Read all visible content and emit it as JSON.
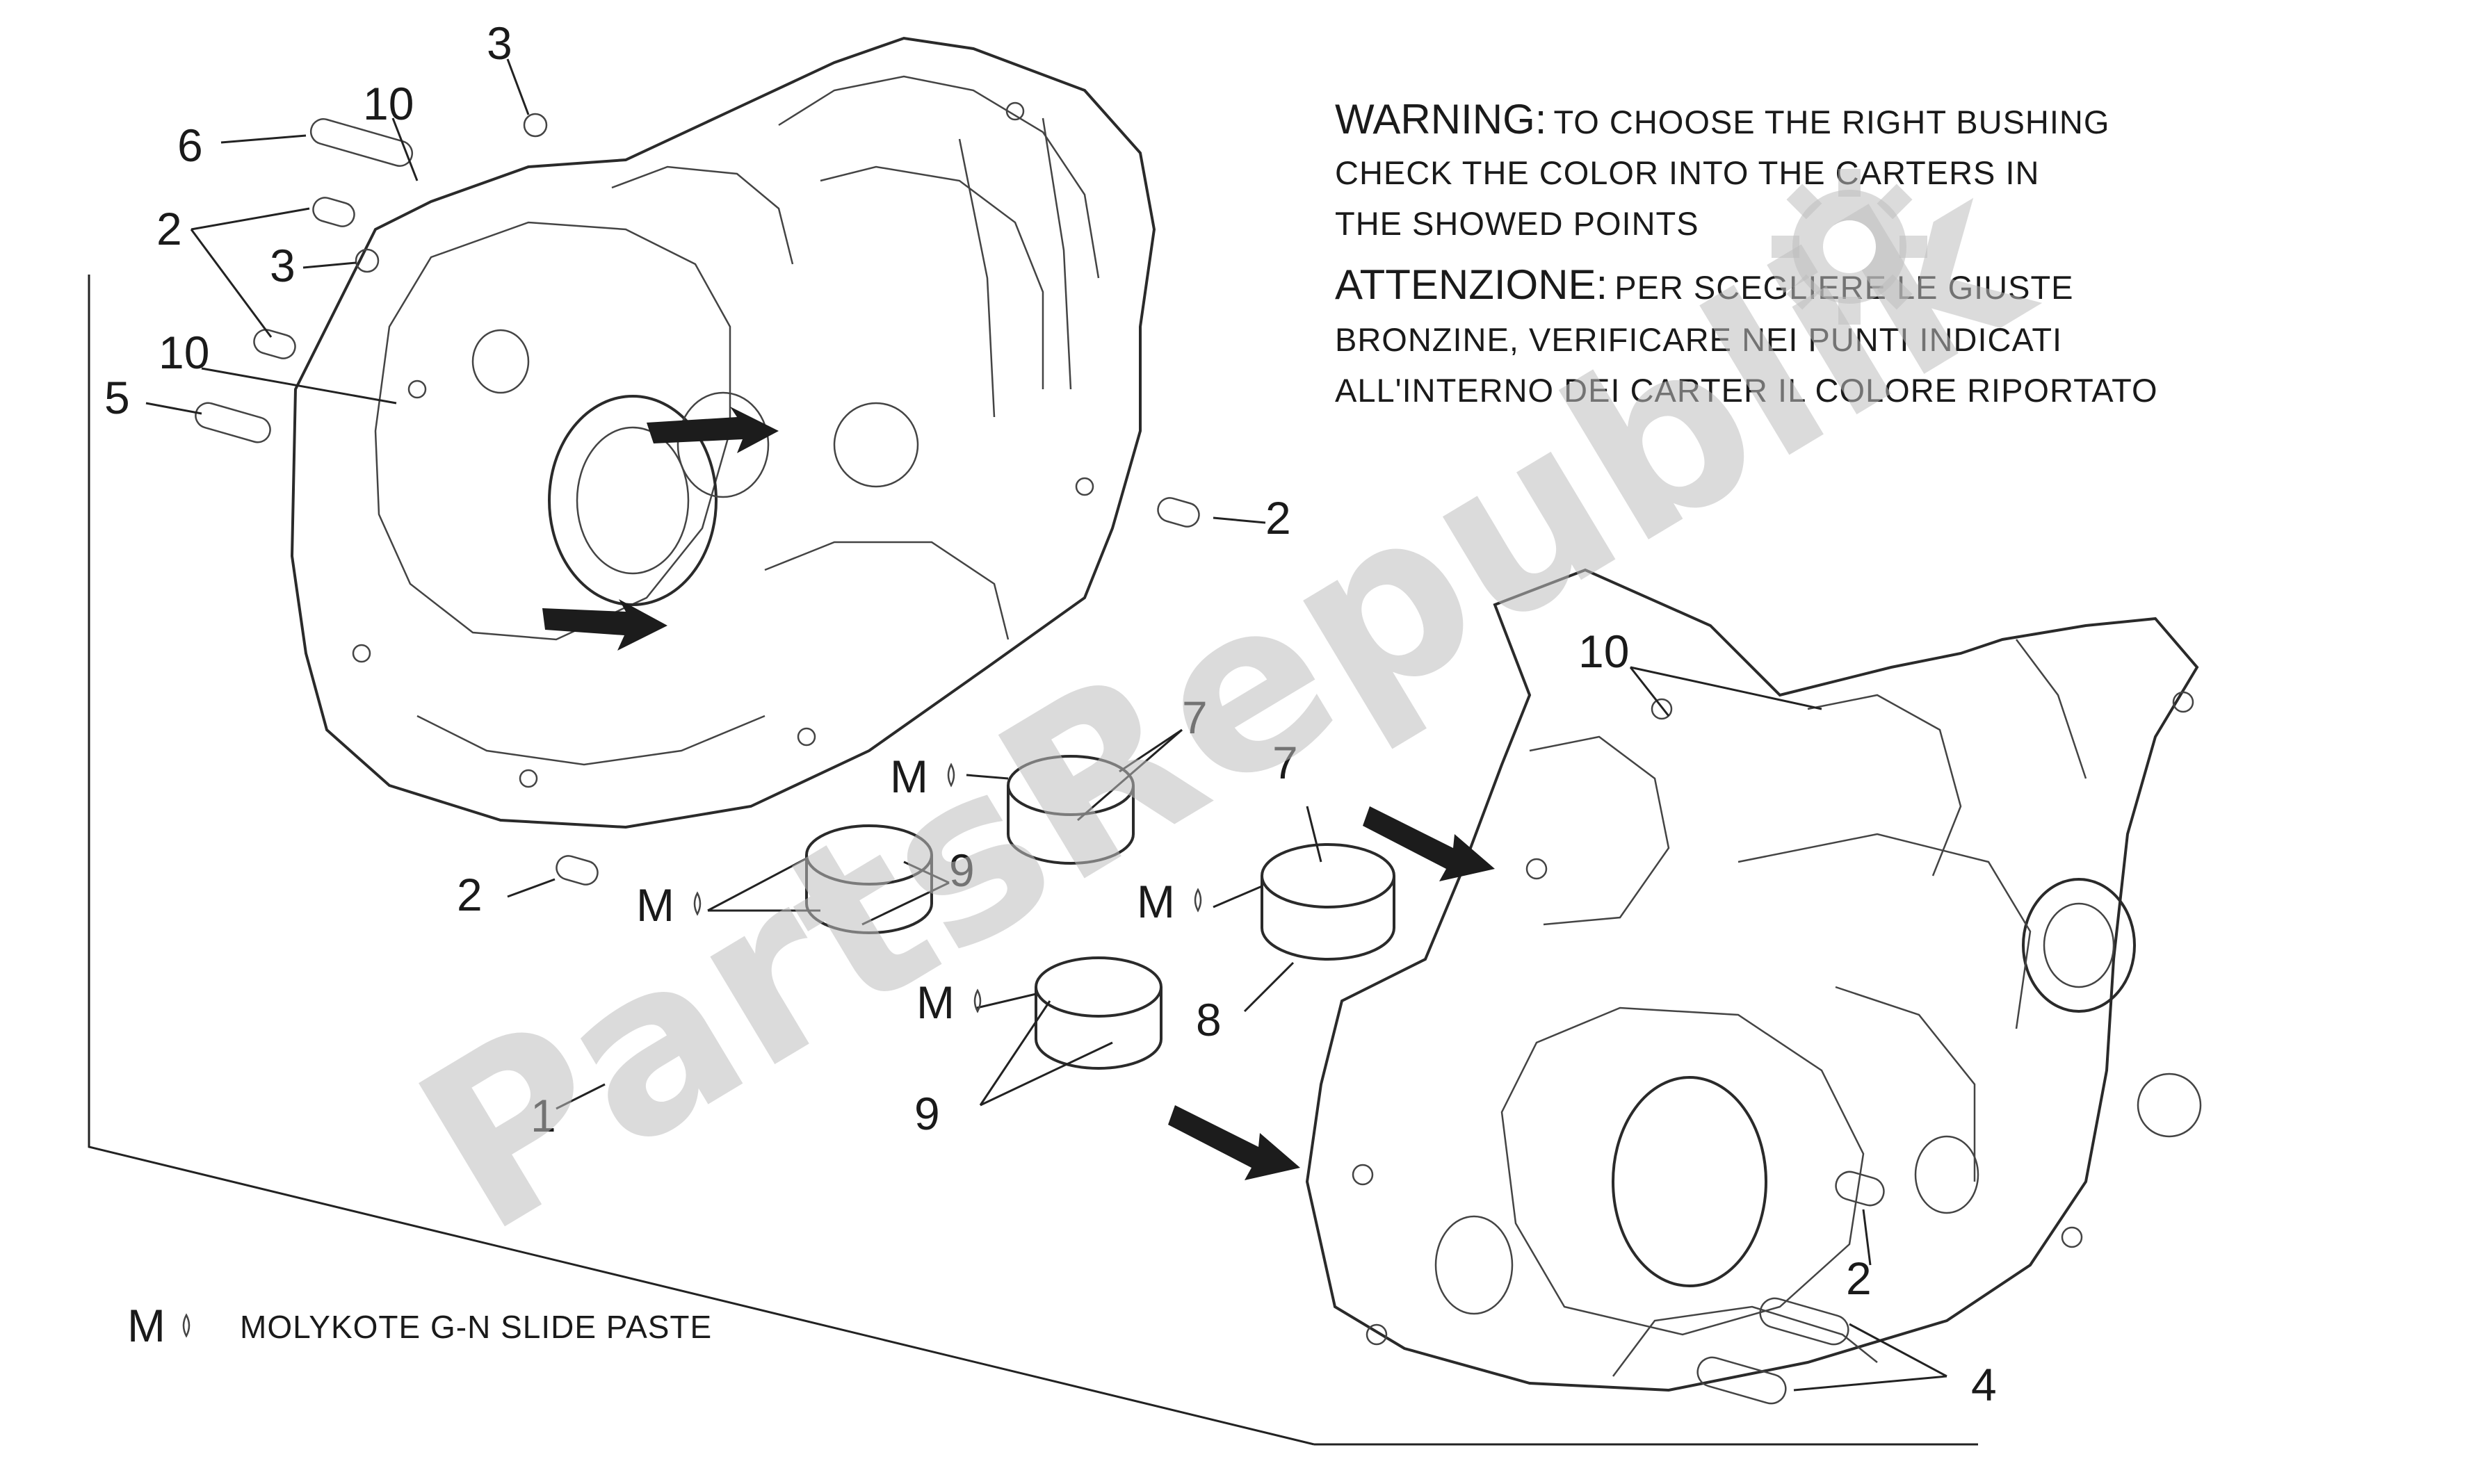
{
  "warning": {
    "heading_en": "WARNING:",
    "line1_en": "TO CHOOSE THE RIGHT BUSHING",
    "line2_en": "CHECK THE COLOR INTO THE CARTERS IN",
    "line3_en": "THE SHOWED POINTS",
    "heading_it": "ATTENZIONE:",
    "line1_it": "PER SCEGLIERE LE GIUSTE",
    "line2_it": "BRONZINE, VERIFICARE NEI PUNTI INDICATI",
    "line3_it": "ALL'INTERNO DEI CARTER IL COLORE RIPORTATO"
  },
  "callouts": {
    "n1": "1",
    "n2a": "2",
    "n2b": "2",
    "n2c": "2",
    "n2d": "2",
    "n3a": "3",
    "n3b": "3",
    "n4": "4",
    "n5": "5",
    "n6": "6",
    "n7a": "7",
    "n7b": "7",
    "n8": "8",
    "n9a": "9",
    "n9b": "9",
    "n10a": "10",
    "n10b": "10",
    "n10c": "10",
    "m1": "M",
    "m2": "M",
    "m3": "M",
    "m4": "M"
  },
  "legend": {
    "symbol": "M",
    "text": "MOLYKOTE G-N SLIDE PASTE"
  },
  "watermark": {
    "text": "PartsRepublik"
  },
  "colors": {
    "line": "#222222",
    "arrow": "#1c1c1c",
    "watermark": "#bdbdbd"
  }
}
